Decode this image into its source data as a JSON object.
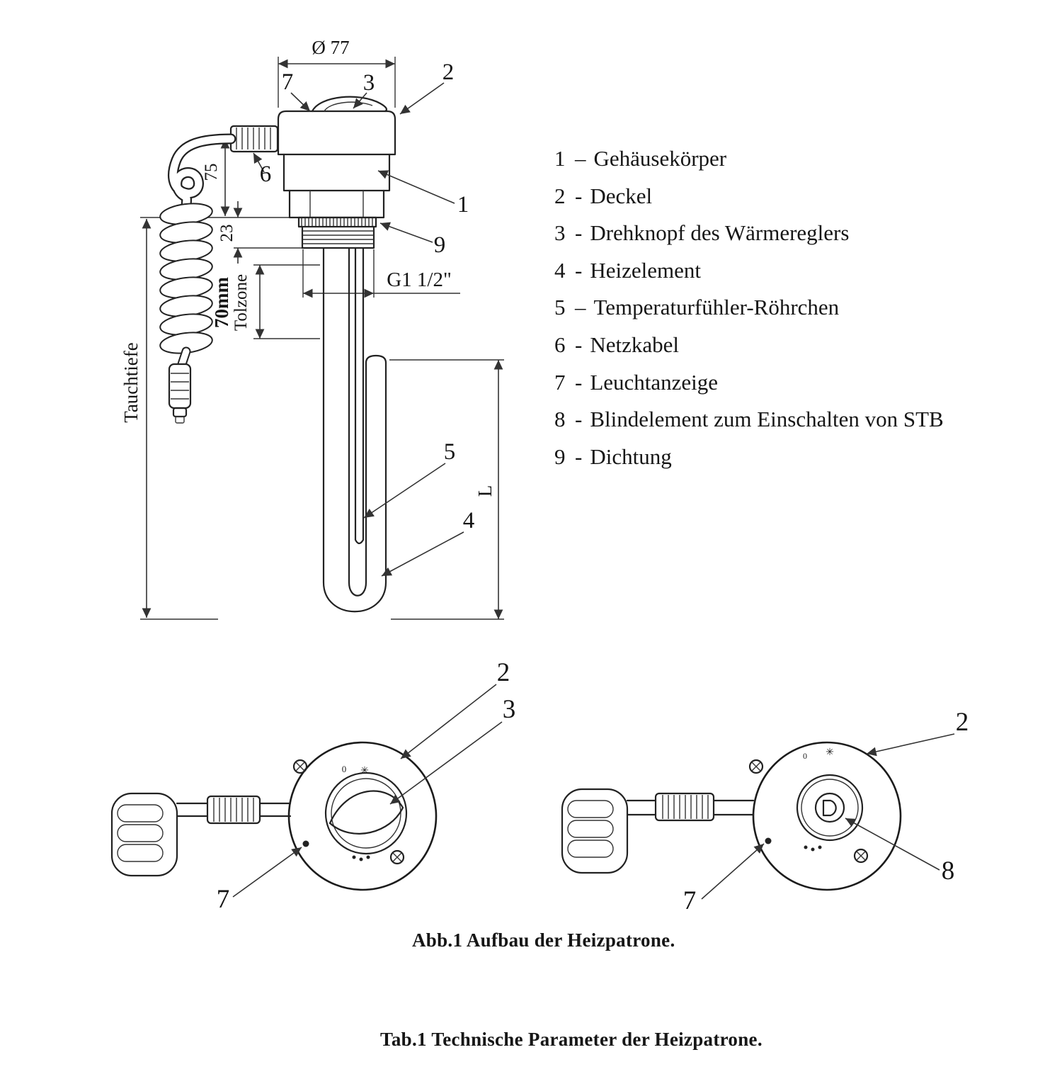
{
  "colors": {
    "line": "#222222",
    "background": "#ffffff",
    "text": "#161616"
  },
  "main_view": {
    "dimensions": {
      "diameter": "Ø 77",
      "thread": "G1 1/2\"",
      "neck_height": "23",
      "head_offset": "75",
      "tolerance_zone_value": "70mm",
      "tolerance_zone_label": "Tolzone",
      "immersion_depth_label": "Tauchtiefe",
      "element_length": "L"
    },
    "callouts": [
      "2",
      "7",
      "3",
      "6",
      "1",
      "9",
      "5",
      "4"
    ]
  },
  "bottom_left_view": {
    "callouts": [
      "2",
      "3",
      "7"
    ],
    "marks": {
      "zero": "0",
      "star": "✳"
    }
  },
  "bottom_right_view": {
    "callouts": [
      "2",
      "8",
      "7"
    ],
    "marks": {
      "star": "✳",
      "zero": "0"
    }
  },
  "legend": {
    "items": [
      {
        "number": "1",
        "separator": "–",
        "label": "Gehäusekörper"
      },
      {
        "number": "2",
        "separator": "-",
        "label": "Deckel"
      },
      {
        "number": "3",
        "separator": "-",
        "label": "Drehknopf des Wärmereglers"
      },
      {
        "number": "4",
        "separator": "-",
        "label": "Heizelement"
      },
      {
        "number": "5",
        "separator": "–",
        "label": "Temperaturfühler-Röhrchen"
      },
      {
        "number": "6",
        "separator": "-",
        "label": "Netzkabel"
      },
      {
        "number": "7",
        "separator": "-",
        "label": "Leuchtanzeige"
      },
      {
        "number": "8",
        "separator": "-",
        "label": "Blindelement zum Einschalten von STB"
      },
      {
        "number": "9",
        "separator": "-",
        "label": "Dichtung"
      }
    ]
  },
  "captions": {
    "figure": "Abb.1 Aufbau der Heizpatrone.",
    "table": "Tab.1 Technische Parameter der Heizpatrone."
  }
}
